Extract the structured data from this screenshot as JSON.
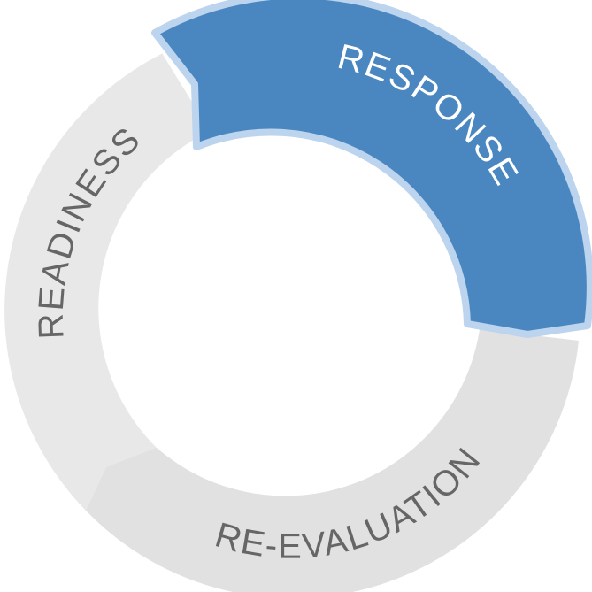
{
  "diagram": {
    "segments": [
      {
        "id": "readiness",
        "label": "READINESS",
        "fill": "#e8e8e8",
        "text_color": "#666666"
      },
      {
        "id": "response",
        "label": "RESPONSE",
        "fill": "#4a87c0",
        "stroke": "#bcd4ee",
        "text_color": "#ffffff"
      },
      {
        "id": "re-evaluation",
        "label": "RE-EVALUATION",
        "fill": "#e1e1e1",
        "text_color": "#666666"
      }
    ]
  }
}
